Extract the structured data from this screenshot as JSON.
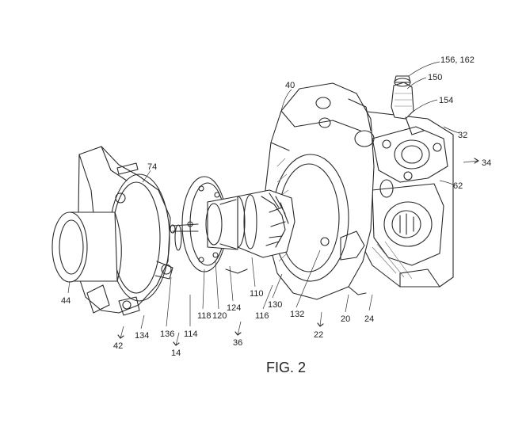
{
  "figure": {
    "caption": "FIG. 2"
  },
  "labels": {
    "l156_162": "156, 162",
    "l150": "150",
    "l154": "154",
    "l32": "32",
    "l34": "34",
    "l62": "62",
    "l40": "40",
    "l74": "74",
    "l44": "44",
    "l42": "42",
    "l134": "134",
    "l136": "136",
    "l114": "114",
    "l118": "118",
    "l120": "120",
    "l14": "14",
    "l124": "124",
    "l36": "36",
    "l110": "110",
    "l116": "116",
    "l130": "130",
    "l132": "132",
    "l22": "22",
    "l20": "20",
    "l24": "24"
  }
}
